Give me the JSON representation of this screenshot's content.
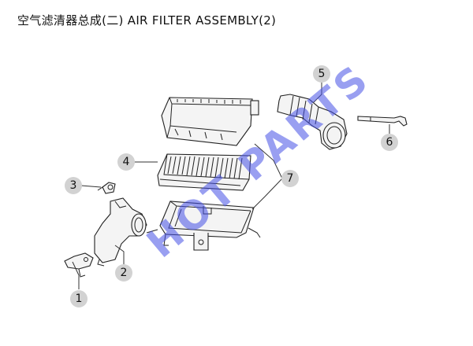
{
  "title": "空气滤清器总成(二) AIR FILTER ASSEMBLY(2)",
  "watermark": "HOT PARTS",
  "colors": {
    "watermark": "#4650e6",
    "callout_circle": "#d2d2d2",
    "line": "#222222"
  },
  "callouts": [
    {
      "label": "1",
      "part": "mounting-bracket"
    },
    {
      "label": "2",
      "part": "intake-elbow-hose"
    },
    {
      "label": "3",
      "part": "clamp"
    },
    {
      "label": "4",
      "part": "filter-element"
    },
    {
      "label": "5",
      "part": "intake-duct-hose"
    },
    {
      "label": "6",
      "part": "breather-pipe"
    },
    {
      "label": "7",
      "part": "air-cleaner-housing"
    }
  ]
}
